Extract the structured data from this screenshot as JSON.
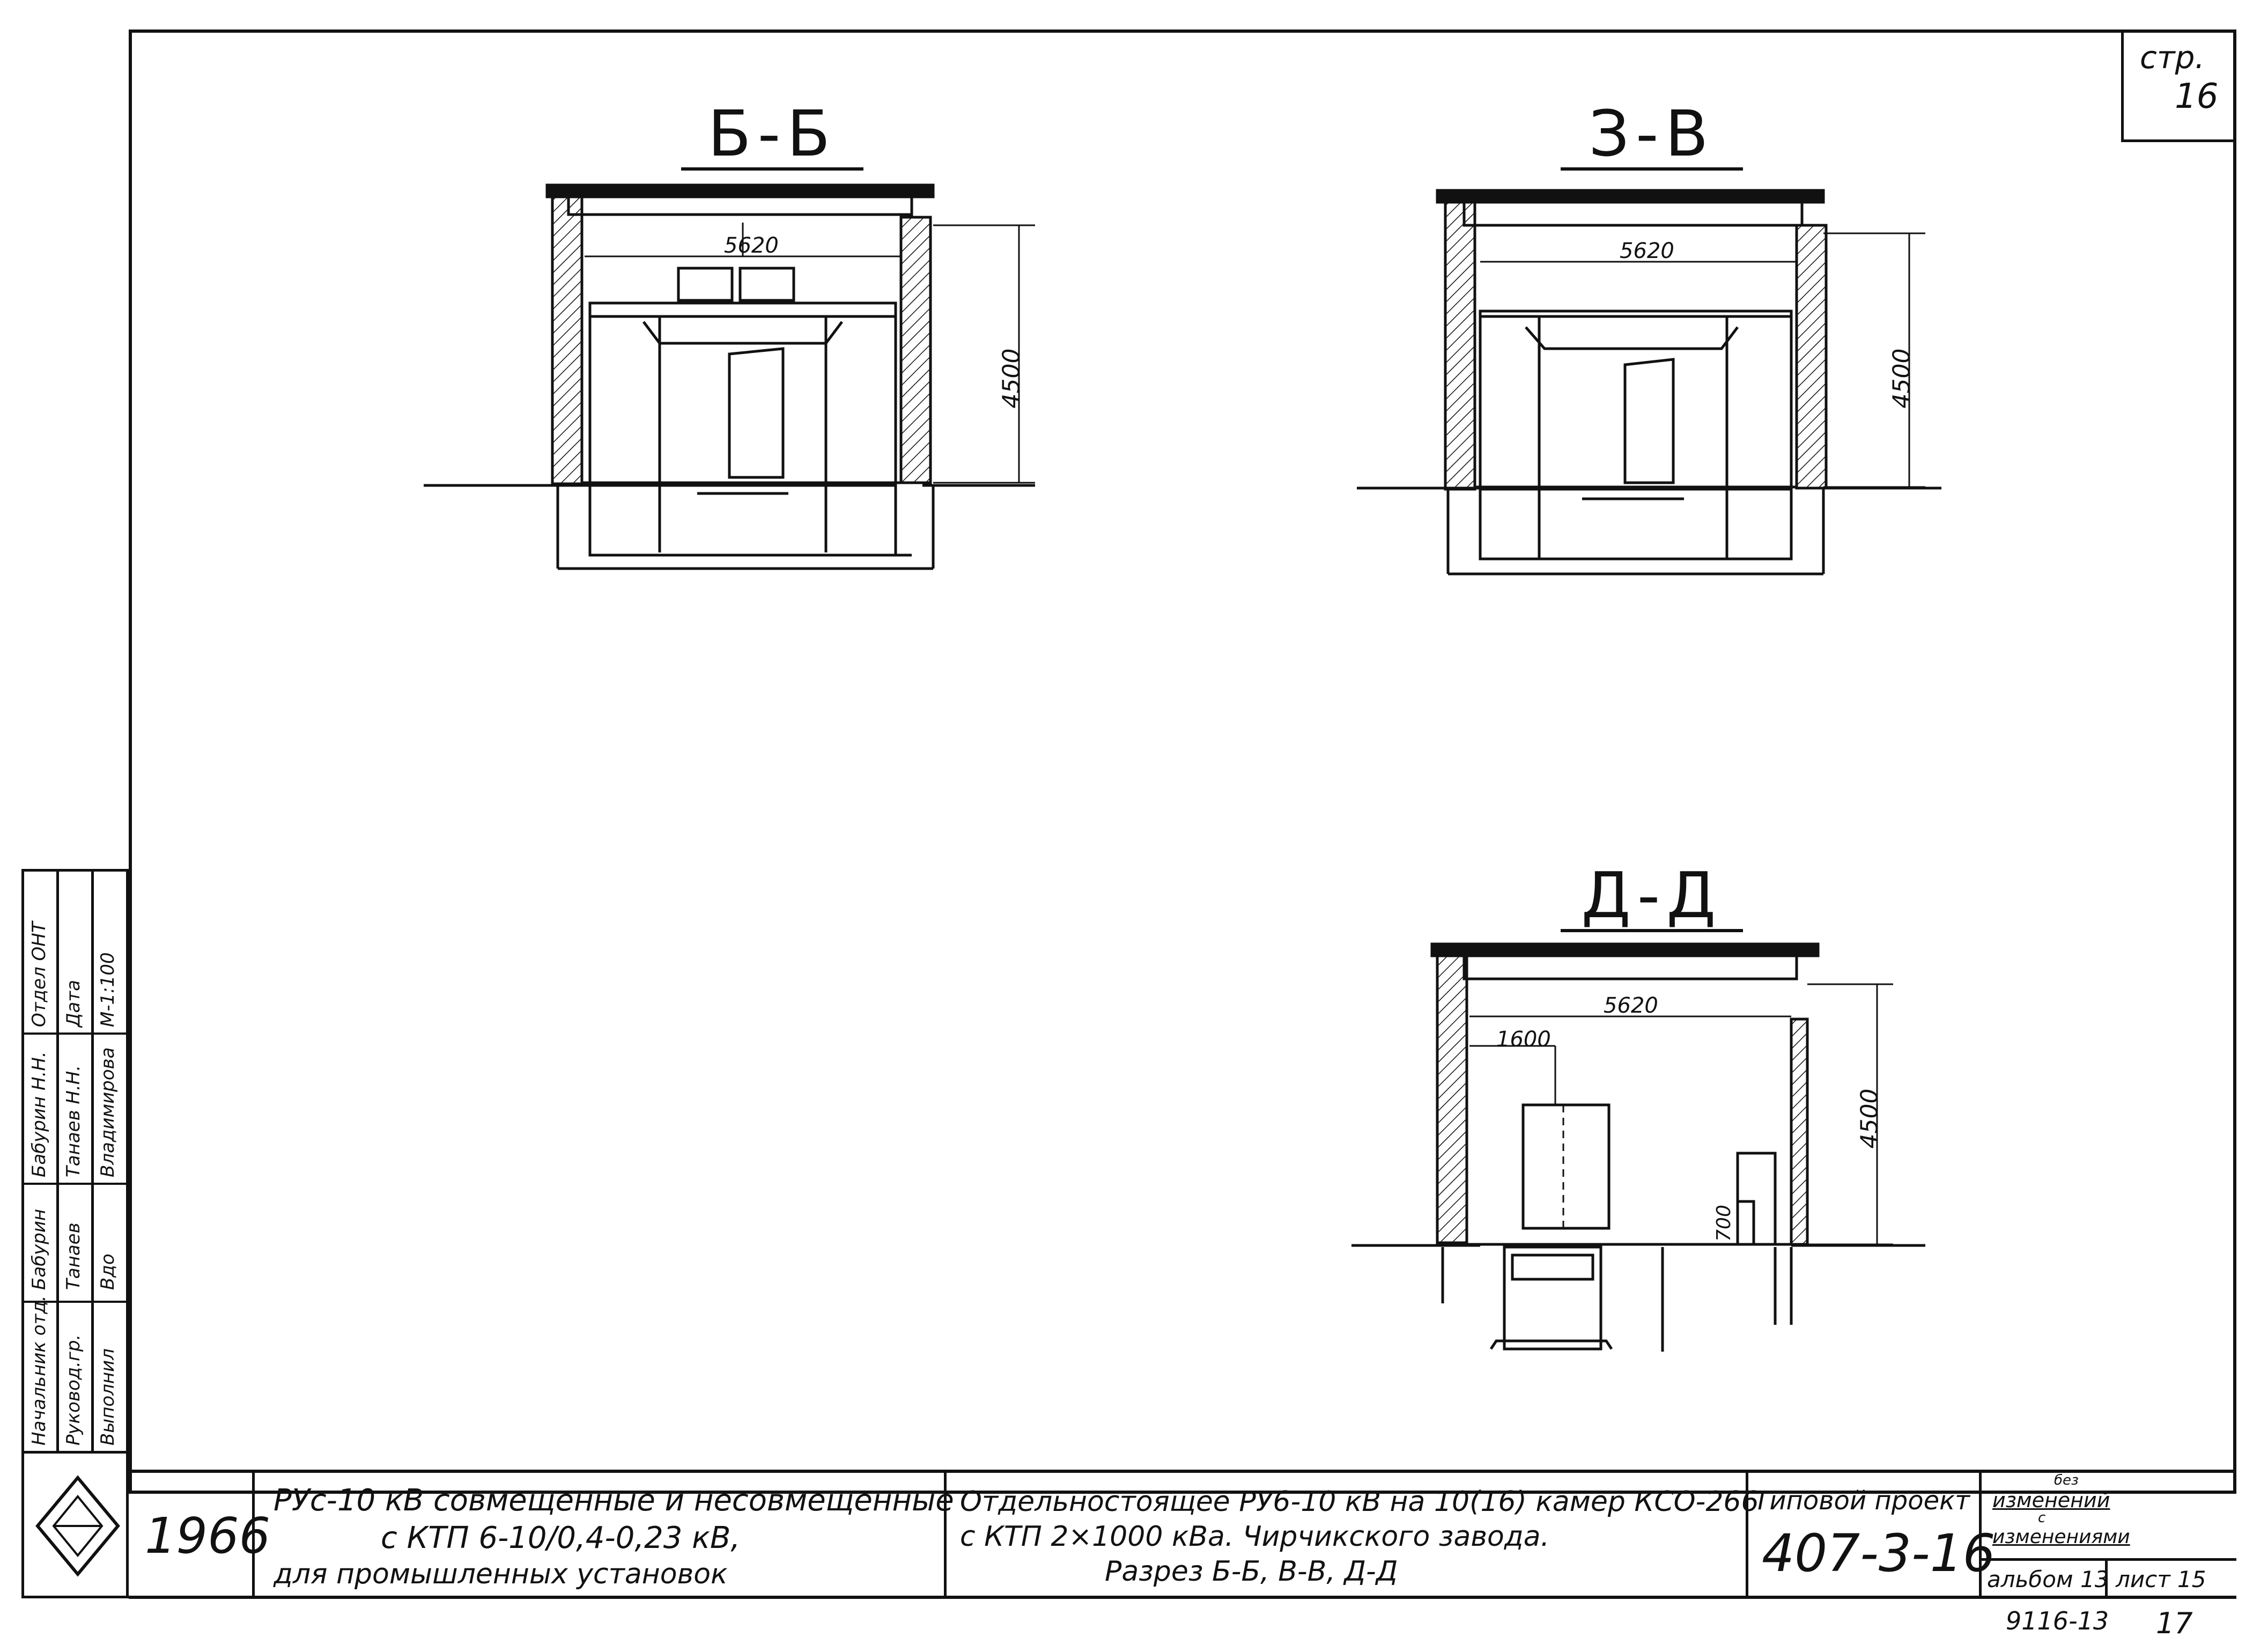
{
  "sheet": {
    "label": "стр.",
    "number": "16"
  },
  "sections": [
    {
      "id": "b-b",
      "title": "Б-Б",
      "width": "5620",
      "height": "4500"
    },
    {
      "id": "v-v",
      "title": "З-В",
      "width": "5620",
      "height": "4500"
    },
    {
      "id": "d-d",
      "title": "Д-Д",
      "width": "5620",
      "height": "4500",
      "inner_width": "1600",
      "small_height": "700"
    }
  ],
  "title_block": {
    "year": "1966",
    "desc1_line1": "РУс-10 кВ совмещенные и несовмещенные",
    "desc1_line2": "с КТП 6-10/0,4-0,23 кВ,",
    "desc1_line3": "для промышленных установок",
    "desc2_line1": "Отдельностоящее РУ6-10 кВ на 10(16) камер КСО-266",
    "desc2_line2": "с КТП 2×1000 кВа.  Чирчикского   завода.",
    "desc2_line3": "Разрез  Б-Б,  В-В,  Д-Д",
    "project_label": "Типовой проект",
    "project_number": "407-3-16",
    "changes_top": "без",
    "changes_line1": "изменений",
    "changes_mid": "с",
    "changes_line2": "изменениями",
    "album": "альбом 13",
    "sheet": "лист 15",
    "footer_code": "9116-13",
    "footer_page": "17"
  },
  "stamp": {
    "row1": [
      "Начальник отд.",
      "Бабурин",
      "Бабурин Н.Н.",
      "Отдел ОНТ"
    ],
    "row2": [
      "Руковод.гр.",
      "Танаев",
      "Танаев Н.Н.",
      "Дата"
    ],
    "row3": [
      "Выполнил",
      "Вдо",
      "Владимирова",
      "М-1:100"
    ]
  }
}
